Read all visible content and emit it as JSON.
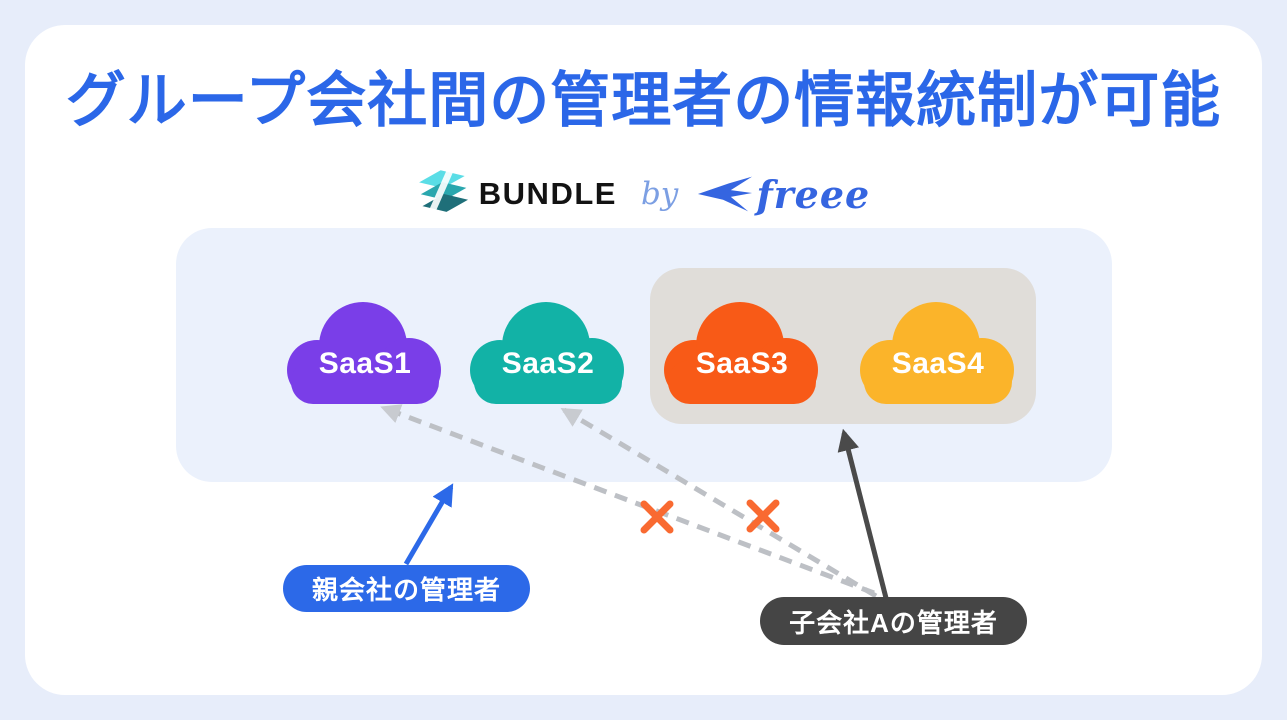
{
  "title": {
    "text": "グループ会社間の管理者の情報統制が可能",
    "color": "#2B67E8"
  },
  "logo": {
    "bundle_word": "BUNDLE",
    "by_word": "by",
    "freee_word": "freee",
    "bundle_color": "#131313",
    "by_color": "#7C9FE3",
    "freee_color": "#3565E0",
    "bundle_icon_colors": [
      "#5ADDE6",
      "#2AA7AE",
      "#1F6F79"
    ]
  },
  "groups": {
    "all_saas_bg": "#EBF1FC",
    "subsidiary_bg": "#E0DDD9"
  },
  "clouds": [
    {
      "label": "SaaS1",
      "color": "#7A3EE8"
    },
    {
      "label": "SaaS2",
      "color": "#12B2A6"
    },
    {
      "label": "SaaS3",
      "color": "#F85A17"
    },
    {
      "label": "SaaS4",
      "color": "#FBB42A"
    }
  ],
  "badges": {
    "parent": {
      "text": "親会社の管理者",
      "bg": "#2C69E8",
      "text_color": "#FFFFFF"
    },
    "child": {
      "text": "子会社Aの管理者",
      "bg": "#454545",
      "text_color": "#FFFFFF"
    }
  },
  "marks": {
    "blue_arrow_color": "#2C69E8",
    "dark_arrow_color": "#4A4A4A",
    "dashed_arrow_color": "#BDC0C5",
    "dashed_arrowhead_color": "#C8CBD0",
    "x_mark_color": "#F96A31"
  }
}
